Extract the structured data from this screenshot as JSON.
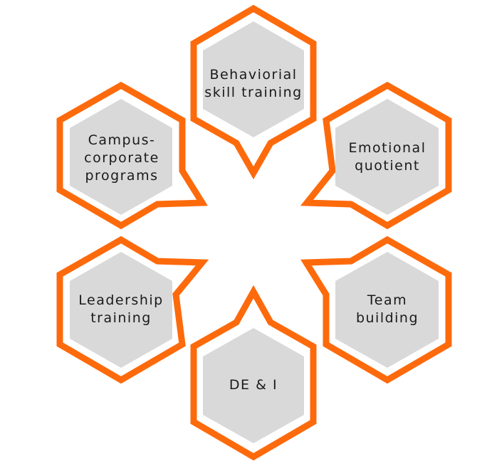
{
  "colors": {
    "frame": "#fd6a0c",
    "fill": "#d9d9d9",
    "text": "#1a1a1a",
    "background": "#ffffff"
  },
  "nodes": [
    {
      "id": "behaviorial",
      "label": "Behaviorial\nskill training"
    },
    {
      "id": "emotional",
      "label": "Emotional\nquotient"
    },
    {
      "id": "team",
      "label": "Team\nbuilding"
    },
    {
      "id": "dei",
      "label": "DE & I"
    },
    {
      "id": "leadership",
      "label": "Leadership\ntraining"
    },
    {
      "id": "campus",
      "label": "Campus-\ncorporate\nprograms"
    }
  ]
}
